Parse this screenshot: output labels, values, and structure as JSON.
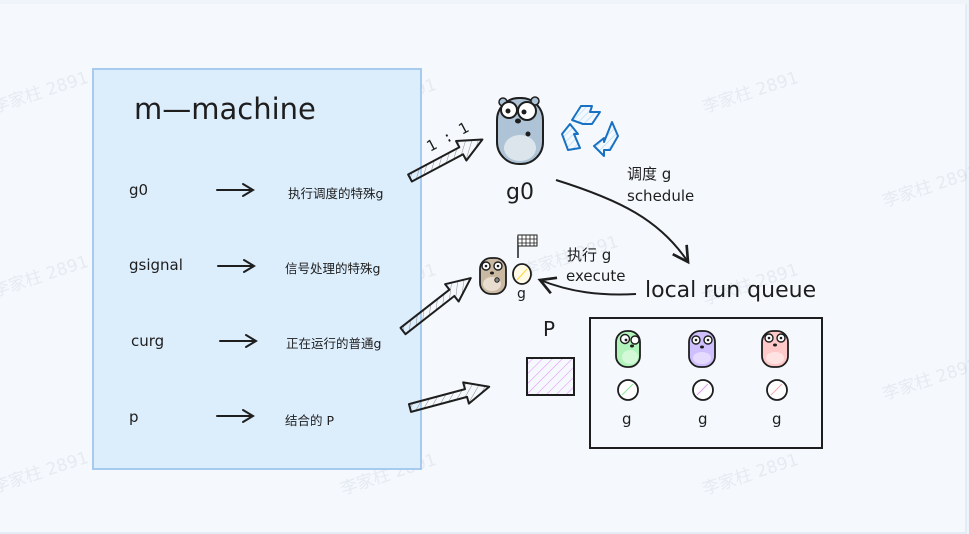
{
  "watermark": "李家柱 2891",
  "m_box": {
    "title": "m—machine",
    "fields": [
      {
        "name": "g0",
        "desc": "执行调度的特殊g"
      },
      {
        "name": "gsignal",
        "desc": "信号处理的特殊g"
      },
      {
        "name": "curg",
        "desc": "正在运行的普通g"
      },
      {
        "name": "p",
        "desc": "结合的 P"
      }
    ]
  },
  "ratio_label": "1 : 1",
  "g0_label": "g0",
  "schedule": {
    "zh": "调度 g",
    "en": "schedule"
  },
  "execute": {
    "zh": "执行 g",
    "en": "execute"
  },
  "current_g_label": "g",
  "p_label": "P",
  "queue": {
    "title": "local run queue",
    "items": [
      {
        "label": "g",
        "color": "#b2f2bb"
      },
      {
        "label": "g",
        "color": "#d0bfff"
      },
      {
        "label": "g",
        "color": "#ffc9c9"
      }
    ]
  },
  "colors": {
    "m_box_fill": "#dcedfc",
    "m_box_stroke": "#a6cbee",
    "gopher_g0": "#aec4d6",
    "gopher_current": "#c9b9a3",
    "recycle": "#1971c2",
    "p_hatch": "#e599f7",
    "current_g_hatch": "#ffec99"
  }
}
